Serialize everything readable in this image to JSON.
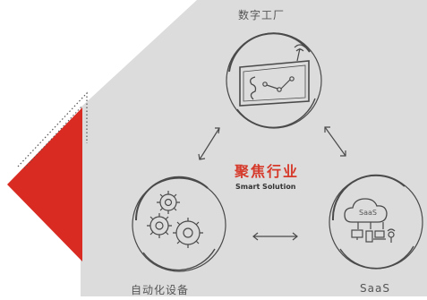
{
  "diagram": {
    "center": {
      "title": "聚焦行业",
      "subtitle": "Smart Solution"
    },
    "nodes": [
      {
        "id": "factory",
        "label": "数字工厂",
        "icon": "factory-monitor-icon"
      },
      {
        "id": "automation",
        "label": "自动化设备",
        "icon": "gears-icon"
      },
      {
        "id": "saas",
        "label": "SaaS",
        "icon": "cloud-devices-icon",
        "inner_label": "SaaS"
      }
    ],
    "connections": [
      {
        "from": "factory",
        "to": "automation",
        "style": "double-arrow"
      },
      {
        "from": "factory",
        "to": "saas",
        "style": "double-arrow"
      },
      {
        "from": "automation",
        "to": "saas",
        "style": "double-arrow"
      }
    ]
  },
  "colors": {
    "panel_bg": "#dcdcdc",
    "accent_red": "#d92b22",
    "title_red": "#d63a2b",
    "stroke": "#4a4a4a",
    "text": "#555555"
  }
}
